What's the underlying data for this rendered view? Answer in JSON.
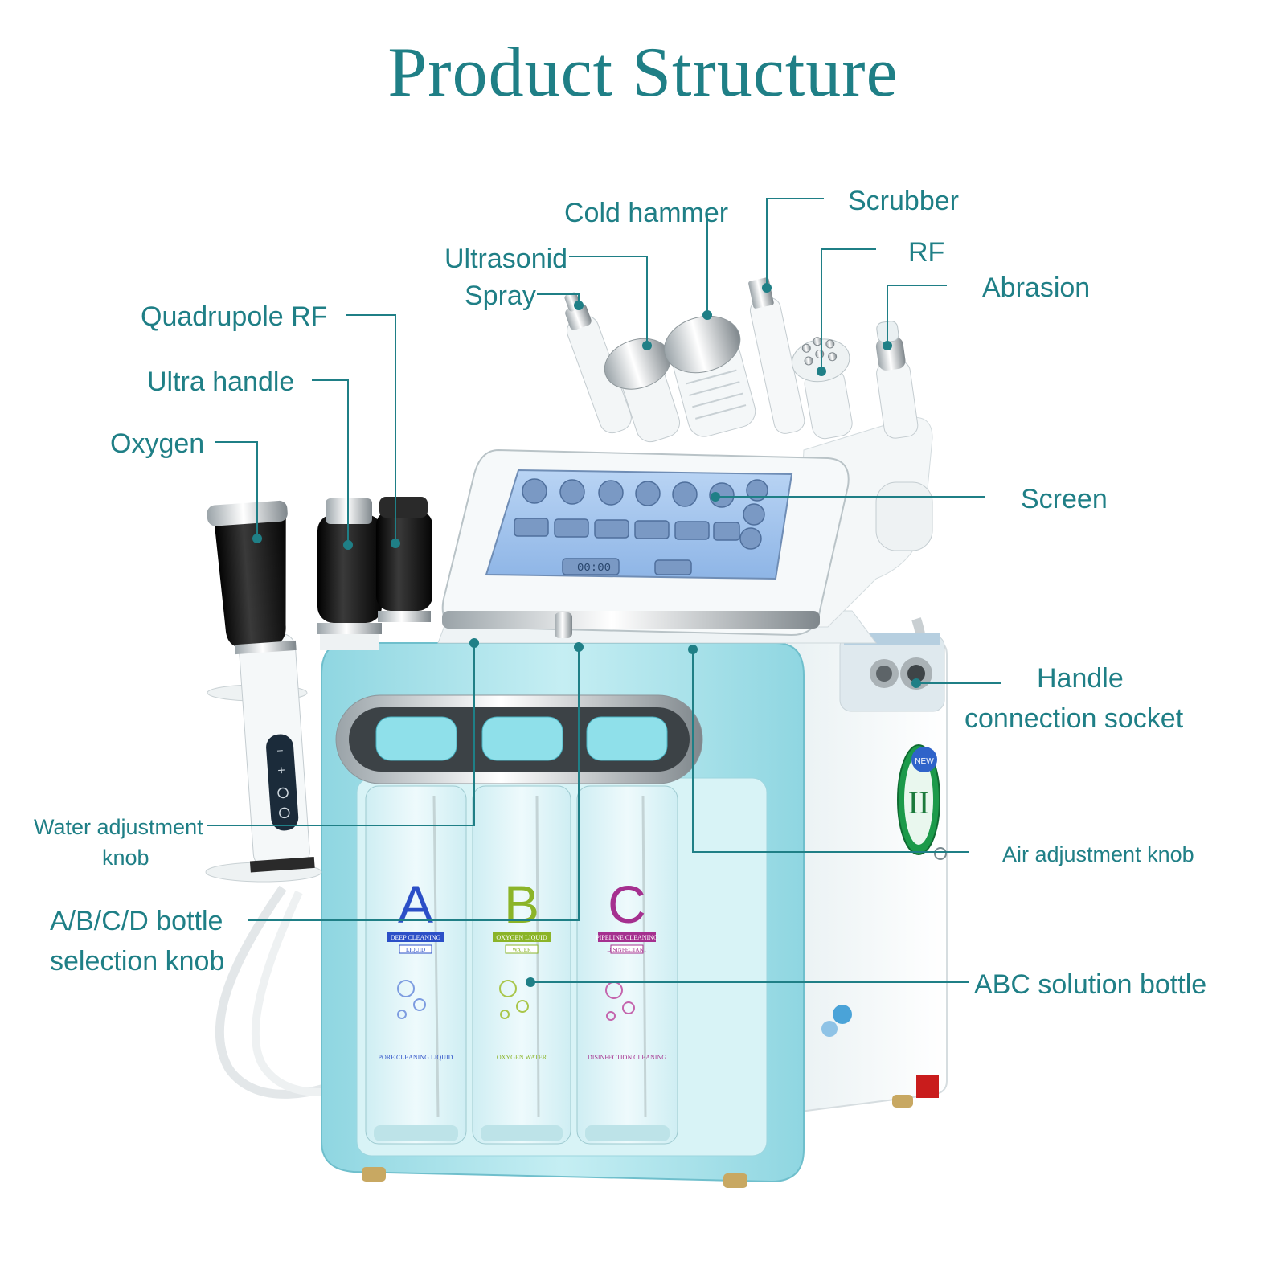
{
  "title": "Product Structure",
  "colors": {
    "accent": "#1f7f86",
    "body_blue": "#a7e4ec",
    "body_white": "#f7fbfc",
    "screen": "#a8c8f0",
    "handle_black": "#1c1c1c"
  },
  "labels": {
    "cold_hammer": "Cold hammer",
    "scrubber": "Scrubber",
    "ultrasonid": "Ultrasonid",
    "spray": "Spray",
    "rf": "RF",
    "abrasion": "Abrasion",
    "quadrupole_rf": "Quadrupole RF",
    "ultra_handle": "Ultra handle",
    "oxygen": "Oxygen",
    "screen": "Screen",
    "handle_socket_1": "Handle",
    "handle_socket_2": "connection socket",
    "water_knob_1": "Water adjustment",
    "water_knob_2": "knob",
    "air_knob": "Air adjustment knob",
    "bottle_knob_1": "A/B/C/D bottle",
    "bottle_knob_2": "selection knob",
    "abc_bottle": "ABC solution bottle"
  },
  "bottles": [
    {
      "letter": "A",
      "color": "#2b4fc7",
      "tag": "DEEP CLEANING",
      "tag2": "LIQUID",
      "bottom": "PORE CLEANING LIQUID"
    },
    {
      "letter": "B",
      "color": "#8bb428",
      "tag": "OXYGEN LIQUID",
      "tag2": "WATER",
      "bottom": "OXYGEN WATER"
    },
    {
      "letter": "C",
      "color": "#a5308f",
      "tag": "PIPELINE CLEANING",
      "tag2": "DISINFECTANT",
      "bottom": "DISINFECTION CLEANING"
    }
  ],
  "screen_timer": "00:00",
  "badge": "II",
  "badge_new": "NEW"
}
